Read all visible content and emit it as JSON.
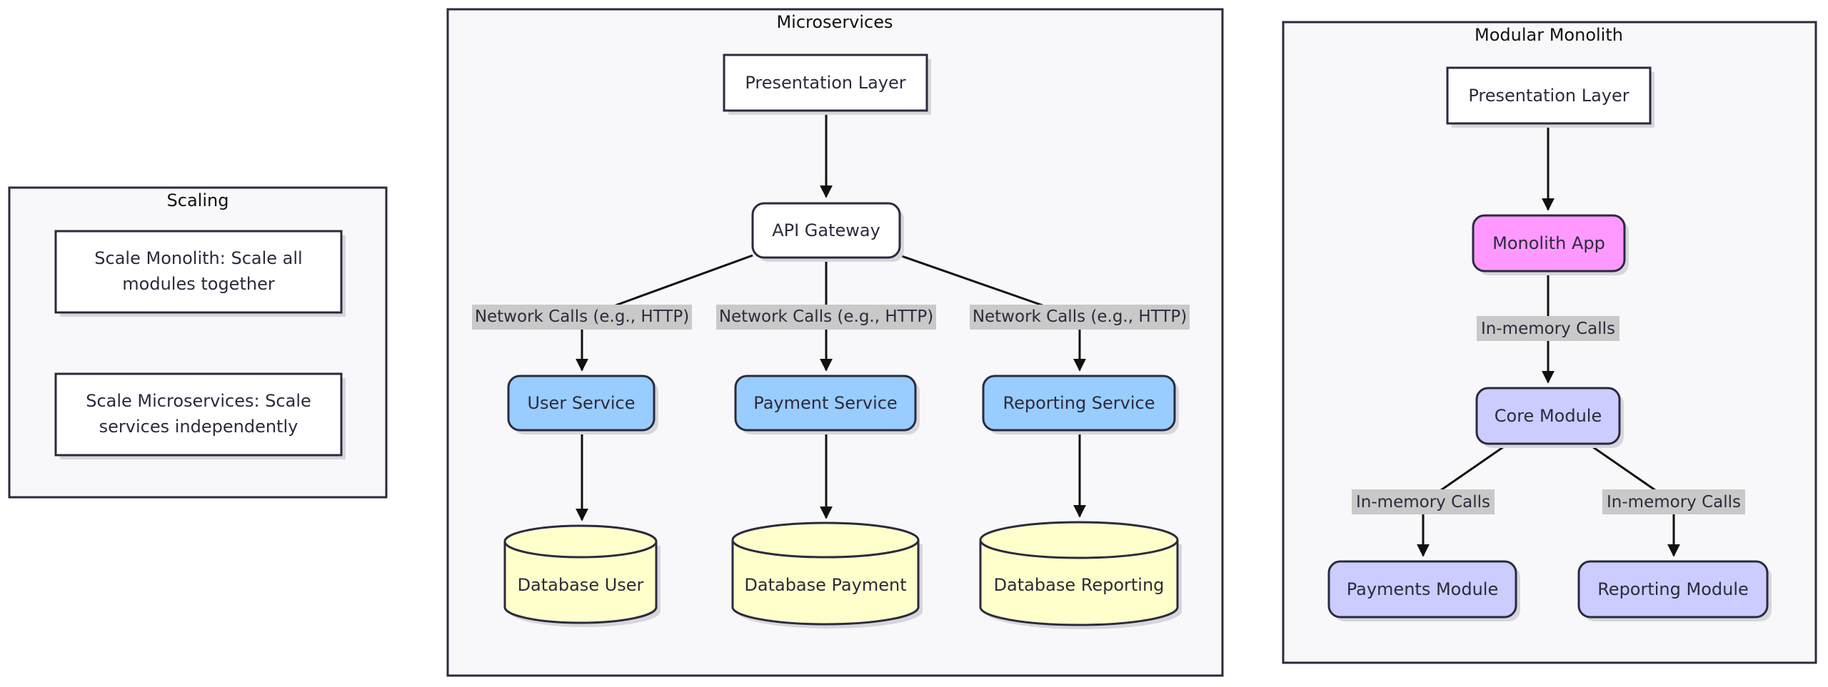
{
  "scaling": {
    "title": "Scaling",
    "monolith_line1": "Scale Monolith: Scale all",
    "monolith_line2": "modules together",
    "micro_line1": "Scale Microservices: Scale",
    "micro_line2": "services independently"
  },
  "microservices": {
    "title": "Microservices",
    "presentation": "Presentation Layer",
    "gateway": "API Gateway",
    "edge_label": "Network Calls (e.g., HTTP)",
    "services": [
      "User Service",
      "Payment Service",
      "Reporting Service"
    ],
    "databases": [
      "Database User",
      "Database Payment",
      "Database Reporting"
    ]
  },
  "monolith": {
    "title": "Modular Monolith",
    "presentation": "Presentation Layer",
    "app": "Monolith App",
    "core": "Core Module",
    "edge_label": "In-memory Calls",
    "modules": [
      "Payments Module",
      "Reporting Module"
    ]
  },
  "colors": {
    "cluster_fill": "#f8f8fa",
    "service_blue": "#99ccff",
    "database_yellow": "#ffffcc",
    "app_pink": "#ff99ff",
    "module_lavender": "#ccccff",
    "edge_label_bg": "#c9c9c9"
  }
}
